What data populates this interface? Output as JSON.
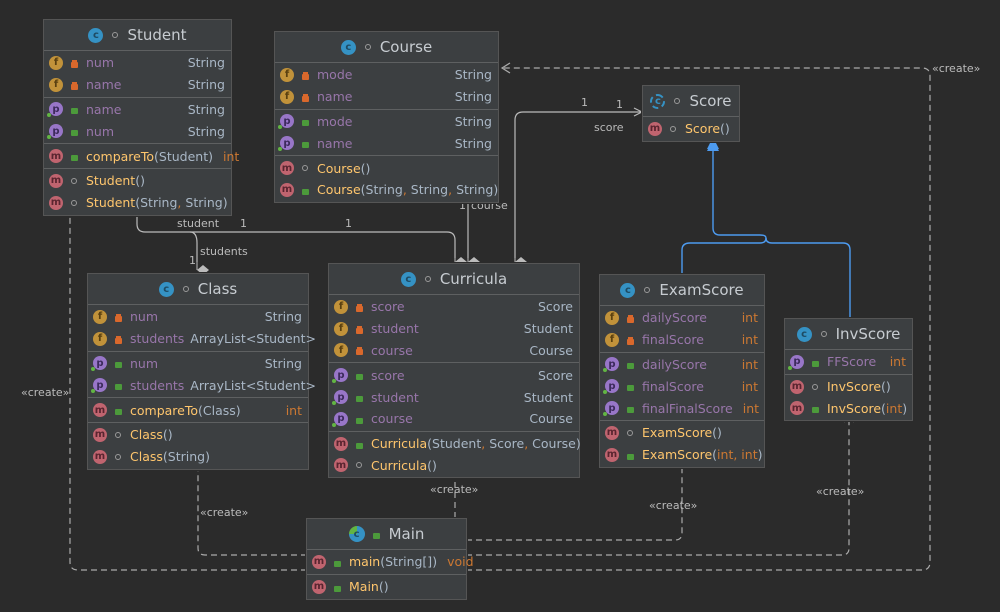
{
  "diagram": {
    "classes": [
      {
        "name": "Student",
        "kind": "class",
        "visibility": "package",
        "fields": [
          {
            "name": "num",
            "type": "String",
            "visibility": "private"
          },
          {
            "name": "name",
            "type": "String",
            "visibility": "private"
          }
        ],
        "properties": [
          {
            "name": "name",
            "type": "String",
            "visibility": "public"
          },
          {
            "name": "num",
            "type": "String",
            "visibility": "public"
          }
        ],
        "methods": [
          {
            "name": "compareTo",
            "args": "Student",
            "ret": "int",
            "visibility": "public"
          }
        ],
        "constructors": [
          {
            "name": "Student",
            "args": "",
            "visibility": "package"
          },
          {
            "name": "Student",
            "args": "String, String",
            "visibility": "package"
          }
        ]
      },
      {
        "name": "Course",
        "kind": "class",
        "visibility": "package",
        "fields": [
          {
            "name": "mode",
            "type": "String",
            "visibility": "private"
          },
          {
            "name": "name",
            "type": "String",
            "visibility": "private"
          }
        ],
        "properties": [
          {
            "name": "mode",
            "type": "String",
            "visibility": "public"
          },
          {
            "name": "name",
            "type": "String",
            "visibility": "public"
          }
        ],
        "constructors": [
          {
            "name": "Course",
            "args": "",
            "visibility": "package"
          },
          {
            "name": "Course",
            "args": "String, String, String",
            "visibility": "public"
          }
        ]
      },
      {
        "name": "Score",
        "kind": "abstract-class",
        "visibility": "package",
        "constructors": [
          {
            "name": "Score",
            "args": "",
            "visibility": "package"
          }
        ]
      },
      {
        "name": "Class",
        "kind": "class",
        "visibility": "package",
        "fields": [
          {
            "name": "num",
            "type": "String",
            "visibility": "private"
          },
          {
            "name": "students",
            "type": "ArrayList<Student>",
            "visibility": "private"
          }
        ],
        "properties": [
          {
            "name": "num",
            "type": "String",
            "visibility": "public"
          },
          {
            "name": "students",
            "type": "ArrayList<Student>",
            "visibility": "public"
          }
        ],
        "methods": [
          {
            "name": "compareTo",
            "args": "Class",
            "ret": "int",
            "visibility": "public"
          }
        ],
        "constructors": [
          {
            "name": "Class",
            "args": "",
            "visibility": "package"
          },
          {
            "name": "Class",
            "args": "String",
            "visibility": "package"
          }
        ]
      },
      {
        "name": "Curricula",
        "kind": "class",
        "visibility": "package",
        "fields": [
          {
            "name": "score",
            "type": "Score",
            "visibility": "private"
          },
          {
            "name": "student",
            "type": "Student",
            "visibility": "private"
          },
          {
            "name": "course",
            "type": "Course",
            "visibility": "private"
          }
        ],
        "properties": [
          {
            "name": "score",
            "type": "Score",
            "visibility": "public"
          },
          {
            "name": "student",
            "type": "Student",
            "visibility": "public"
          },
          {
            "name": "course",
            "type": "Course",
            "visibility": "public"
          }
        ],
        "constructors": [
          {
            "name": "Curricula",
            "args": "Student, Score, Course",
            "visibility": "public"
          },
          {
            "name": "Curricula",
            "args": "",
            "visibility": "package"
          }
        ]
      },
      {
        "name": "ExamScore",
        "kind": "class",
        "visibility": "package",
        "fields": [
          {
            "name": "dailyScore",
            "type": "int",
            "visibility": "private"
          },
          {
            "name": "finalScore",
            "type": "int",
            "visibility": "private"
          }
        ],
        "properties": [
          {
            "name": "dailyScore",
            "type": "int",
            "visibility": "public"
          },
          {
            "name": "finalScore",
            "type": "int",
            "visibility": "public"
          },
          {
            "name": "finalFinalScore",
            "type": "int",
            "visibility": "public"
          }
        ],
        "constructors": [
          {
            "name": "ExamScore",
            "args": "",
            "visibility": "package"
          },
          {
            "name": "ExamScore",
            "args": "int, int",
            "visibility": "public"
          }
        ]
      },
      {
        "name": "InvScore",
        "kind": "class",
        "visibility": "package",
        "properties": [
          {
            "name": "FFScore",
            "type": "int",
            "visibility": "public"
          }
        ],
        "constructors": [
          {
            "name": "InvScore",
            "args": "",
            "visibility": "package"
          },
          {
            "name": "InvScore",
            "args": "int",
            "visibility": "public"
          }
        ]
      },
      {
        "name": "Main",
        "kind": "main-class",
        "visibility": "public",
        "methods": [
          {
            "name": "main",
            "args": "String[]",
            "ret": "void",
            "visibility": "public",
            "static": true
          }
        ],
        "constructors": [
          {
            "name": "Main",
            "args": "",
            "visibility": "public"
          }
        ]
      }
    ],
    "relations": [
      {
        "from": "Curricula",
        "to": "Student",
        "type": "aggregation",
        "role": "student",
        "from_mult": "1",
        "to_mult": "1"
      },
      {
        "from": "Curricula",
        "to": "Course",
        "type": "aggregation",
        "role": "course",
        "to_mult": "1"
      },
      {
        "from": "Curricula",
        "to": "Score",
        "type": "aggregation",
        "role": "score",
        "from_mult": "1",
        "to_mult": "1"
      },
      {
        "from": "Class",
        "to": "Student",
        "type": "aggregation",
        "role": "students",
        "from_mult": "1"
      },
      {
        "from": "ExamScore",
        "to": "Score",
        "type": "generalization"
      },
      {
        "from": "InvScore",
        "to": "Score",
        "type": "generalization"
      },
      {
        "from": "Main",
        "to": "Student",
        "type": "dependency",
        "stereotype": "«create»"
      },
      {
        "from": "Main",
        "to": "Class",
        "type": "dependency",
        "stereotype": "«create»"
      },
      {
        "from": "Main",
        "to": "Curricula",
        "type": "dependency",
        "stereotype": "«create»"
      },
      {
        "from": "Main",
        "to": "ExamScore",
        "type": "dependency",
        "stereotype": "«create»"
      },
      {
        "from": "Main",
        "to": "InvScore",
        "type": "dependency",
        "stereotype": "«create»"
      },
      {
        "from": "Main",
        "to": "Course",
        "type": "dependency",
        "stereotype": "«create»"
      }
    ],
    "labels": {
      "student_role": "student",
      "students_role": "students",
      "course_role": "course",
      "score_role": "score",
      "one": "1",
      "create": "«create»"
    },
    "badges": {
      "class": "c",
      "field": "f",
      "property": "p",
      "method": "m"
    }
  }
}
